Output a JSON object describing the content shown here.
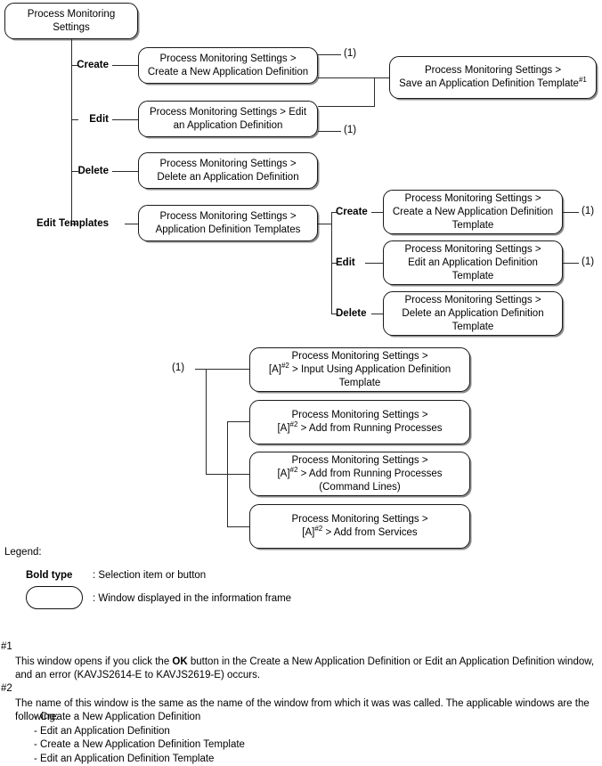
{
  "diagram": {
    "root": {
      "label": "Process Monitoring Settings"
    },
    "branches": [
      {
        "selection": "Create",
        "window": "Process Monitoring Settings > Create a New Application Definition",
        "tag": "(1)"
      },
      {
        "selection": "Edit",
        "window": "Process Monitoring Settings > Edit an Application Definition",
        "tag": "(1)"
      },
      {
        "selection": "Delete",
        "window": "Process Monitoring Settings > Delete an Application Definition",
        "tag": ""
      },
      {
        "selection": "Edit Templates",
        "window": "Process Monitoring Settings > Application Definition Templates",
        "tag": ""
      }
    ],
    "save_window": {
      "line1": "Process Monitoring Settings >",
      "line2": "Save an Application Definition Template",
      "footnote_ref": "#1"
    },
    "template_branches": [
      {
        "selection": "Create",
        "line1": "Process Monitoring Settings >",
        "line2": "Create a New Application Definition",
        "line3": "Template",
        "tag": "(1)"
      },
      {
        "selection": "Edit",
        "line1": "Process Monitoring Settings >",
        "line2": "Edit an Application Definition",
        "line3": "Template",
        "tag": "(1)"
      },
      {
        "selection": "Delete",
        "line1": "Process Monitoring Settings >",
        "line2": "Delete an Application Definition",
        "line3": "Template",
        "tag": ""
      }
    ],
    "group_tag": "(1)",
    "group_windows": [
      {
        "line1": "Process Monitoring Settings >",
        "pre": "[A]",
        "ref": "#2",
        "post": " > Input Using Application Definition",
        "line3": "Template"
      },
      {
        "line1": "Process Monitoring Settings >",
        "pre": "[A]",
        "ref": "#2",
        "post": " > Add from Running Processes",
        "line3": ""
      },
      {
        "line1": "Process Monitoring Settings >",
        "pre": "[A]",
        "ref": "#2",
        "post": " > Add from Running Processes",
        "line3": "(Command Lines)"
      },
      {
        "line1": "Process Monitoring Settings >",
        "pre": "[A]",
        "ref": "#2",
        "post": " > Add from Services",
        "line3": ""
      }
    ]
  },
  "legend": {
    "title": "Legend:",
    "bold_term": "Bold type",
    "bold_desc": ": Selection item or button",
    "pill_desc": ": Window displayed in the information frame"
  },
  "footnotes": [
    {
      "mark": "#1",
      "text_before": "This window opens if you click the ",
      "bold": "OK",
      "text_after": " button in the Create a New Application Definition or Edit an Application Definition window, and an error (KAVJS2614-E to KAVJS2619-E) occurs."
    },
    {
      "mark": "#2",
      "text": "The name of this window is the same as the name of the window from which it was was called. The applicable windows are the following:",
      "items": [
        "- Create a New Application Definition",
        "- Edit an Application Definition",
        "- Create a New Application Definition Template",
        "- Edit an Application Definition Template"
      ]
    }
  ],
  "colors": {
    "line": "#2b2b2b",
    "border": "#1a1a1a",
    "shadow": "#8c8c8c",
    "background": "#ffffff"
  }
}
